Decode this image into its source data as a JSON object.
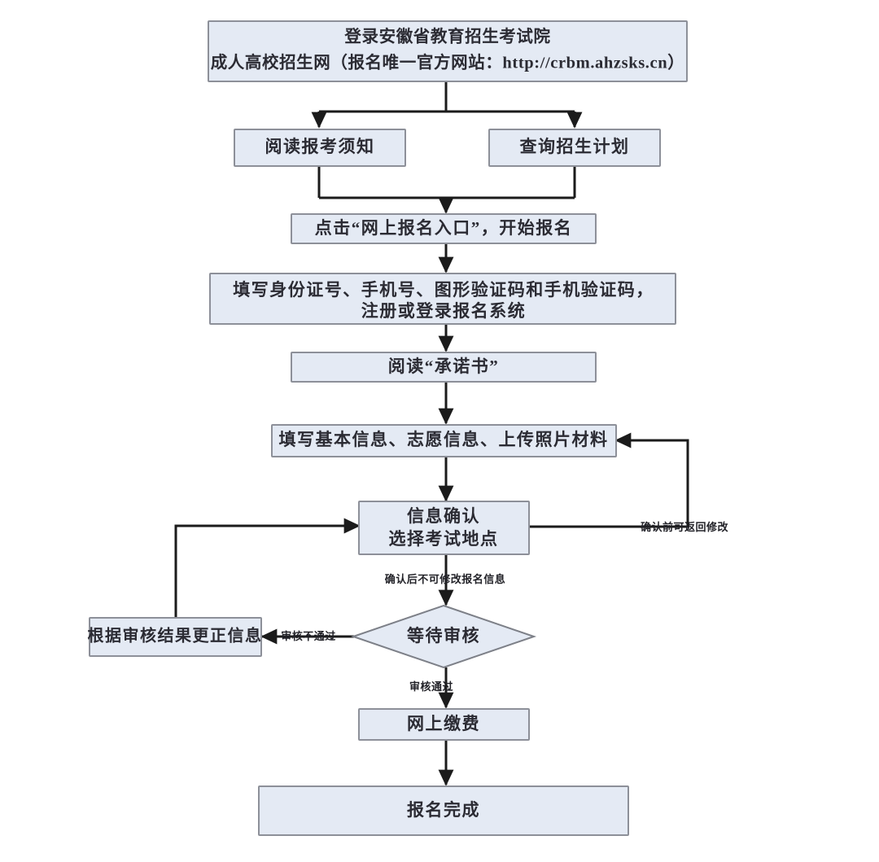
{
  "diagram": {
    "type": "flowchart",
    "title": "安徽省成人高校招生网上报名流程图",
    "orientation": "top-to-bottom",
    "colors": {
      "node_fill": "#e4eaf4",
      "node_stroke": "#8d9099",
      "connector": "#1b1b1b",
      "text": "#2b2b33",
      "background": "#ffffff"
    }
  },
  "nodes": {
    "login": {
      "shape": "rectangle",
      "line1": "登录安徽省教育招生考试院",
      "line2": "成人高校招生网（报名唯一官方网站：http://crbm.ahzsks.cn）"
    },
    "read_notice": {
      "shape": "rectangle",
      "label": "阅读报考须知"
    },
    "query_plan": {
      "shape": "rectangle",
      "label": "查询招生计划"
    },
    "click_entry": {
      "shape": "rectangle",
      "label": "点击“网上报名入口”，开始报名"
    },
    "register": {
      "shape": "rectangle",
      "line1": "填写身份证号、手机号、图形验证码和手机验证码，",
      "line2": "注册或登录报名系统"
    },
    "read_promise": {
      "shape": "rectangle",
      "label": "阅读“承诺书”"
    },
    "fill_info": {
      "shape": "rectangle",
      "label": "填写基本信息、志愿信息、上传照片材料"
    },
    "confirm": {
      "shape": "rectangle",
      "line1": "信息确认",
      "line2": "选择考试地点"
    },
    "fix_info": {
      "shape": "rectangle",
      "label": "根据审核结果更正信息"
    },
    "await_review": {
      "shape": "diamond",
      "label": "等待审核"
    },
    "online_pay": {
      "shape": "rectangle",
      "label": "网上缴费"
    },
    "done": {
      "shape": "rectangle",
      "label": "报名完成"
    }
  },
  "edge_labels": {
    "return_before_confirm": "确认前可返回修改",
    "after_confirm_locked": "确认后不可修改报名信息",
    "review_failed": "审核不通过",
    "review_passed": "审核通过"
  },
  "edges": [
    {
      "from": "login",
      "to": "read_notice",
      "label": ""
    },
    {
      "from": "login",
      "to": "query_plan",
      "label": ""
    },
    {
      "from": "read_notice",
      "to": "click_entry",
      "label": ""
    },
    {
      "from": "query_plan",
      "to": "click_entry",
      "label": ""
    },
    {
      "from": "click_entry",
      "to": "register",
      "label": ""
    },
    {
      "from": "register",
      "to": "read_promise",
      "label": ""
    },
    {
      "from": "read_promise",
      "to": "fill_info",
      "label": ""
    },
    {
      "from": "fill_info",
      "to": "confirm",
      "label": ""
    },
    {
      "from": "confirm",
      "to": "fill_info",
      "label": "确认前可返回修改"
    },
    {
      "from": "confirm",
      "to": "await_review",
      "label": "确认后不可修改报名信息"
    },
    {
      "from": "await_review",
      "to": "fix_info",
      "label": "审核不通过"
    },
    {
      "from": "fix_info",
      "to": "confirm",
      "label": ""
    },
    {
      "from": "await_review",
      "to": "online_pay",
      "label": "审核通过"
    },
    {
      "from": "online_pay",
      "to": "done",
      "label": ""
    }
  ]
}
